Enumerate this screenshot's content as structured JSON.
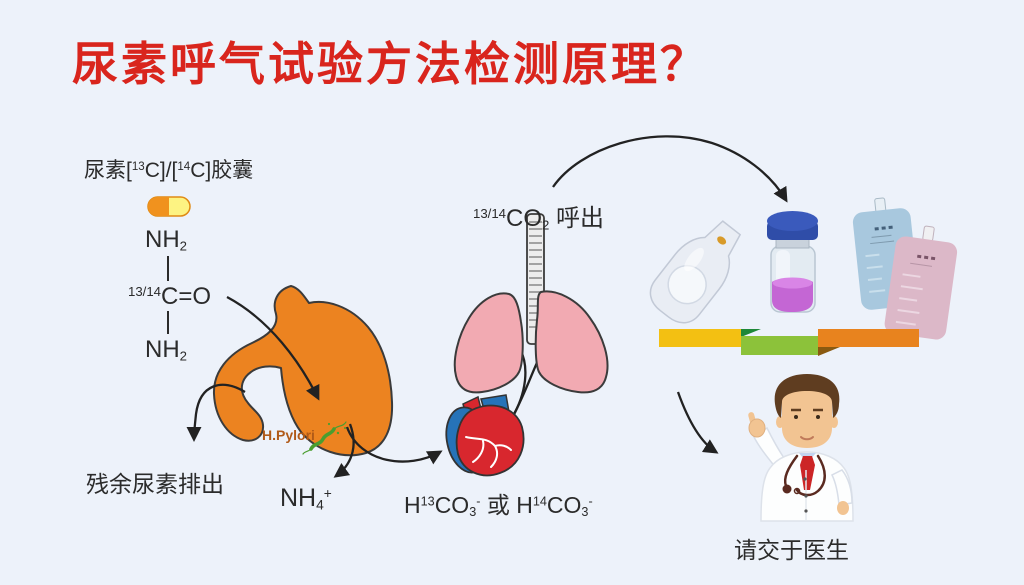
{
  "colors": {
    "background": "#edf2fa",
    "title_red": "#d9251d",
    "ink": "#2b2b2b",
    "arrow_ink": "#222222",
    "stomach_orange": "#ec8320",
    "hpylori_text": "#b05a18",
    "bacteria_green": "#4a9e2f",
    "lung_pink": "#f2aab2",
    "trachea_gray": "#ededed",
    "heart_red": "#d8272e",
    "heart_blue": "#2673b8",
    "capsule_orange": "#f0921e",
    "capsule_yellow": "#fdf382",
    "vial_cap_blue": "#2f4da8",
    "vial_liquid_purple": "#c466d4",
    "bag_blue": "#a8c8de",
    "bag_pink": "#dcb8c8",
    "ribbon_yellow": "#f3c012",
    "ribbon_green": "#8cc23a",
    "ribbon_dark_green": "#1e8838",
    "ribbon_orange": "#e8831e",
    "ribbon_brown": "#8a5a10",
    "doctor_coat": "#fdfefe",
    "doctor_hair": "#5f3d20",
    "doctor_skin": "#f2c492",
    "tie_red": "#cc2526"
  },
  "title": "尿素呼气试验方法检测原理？",
  "capsule_label": {
    "part1": "尿素[",
    "sup1": "13",
    "part2": "C]/[",
    "sup2": "14",
    "part3": "C]胶囊"
  },
  "urea_structure": {
    "nh2_main": "NH",
    "nh2_sub": "2",
    "c_sup": "13/14",
    "c_main": "C=O"
  },
  "hpylori_label": "H.Pylori",
  "exhale_label": {
    "sup": "13/14",
    "main": "CO",
    "sub": "2",
    "suffix": " 呼出"
  },
  "residual_label": "残余尿素排出",
  "ammonium_label": {
    "main": "NH",
    "sub": "4",
    "sup": "+"
  },
  "bicarbonate_label": {
    "h1": "H",
    "sup1": "13",
    "m1": "CO",
    "sub1": "3",
    "minus1": "-",
    "conj": " 或 ",
    "h2": "H",
    "sup2": "14",
    "m2": "CO",
    "sub2": "3",
    "minus2": "-"
  },
  "doctor_label": "请交于医生"
}
